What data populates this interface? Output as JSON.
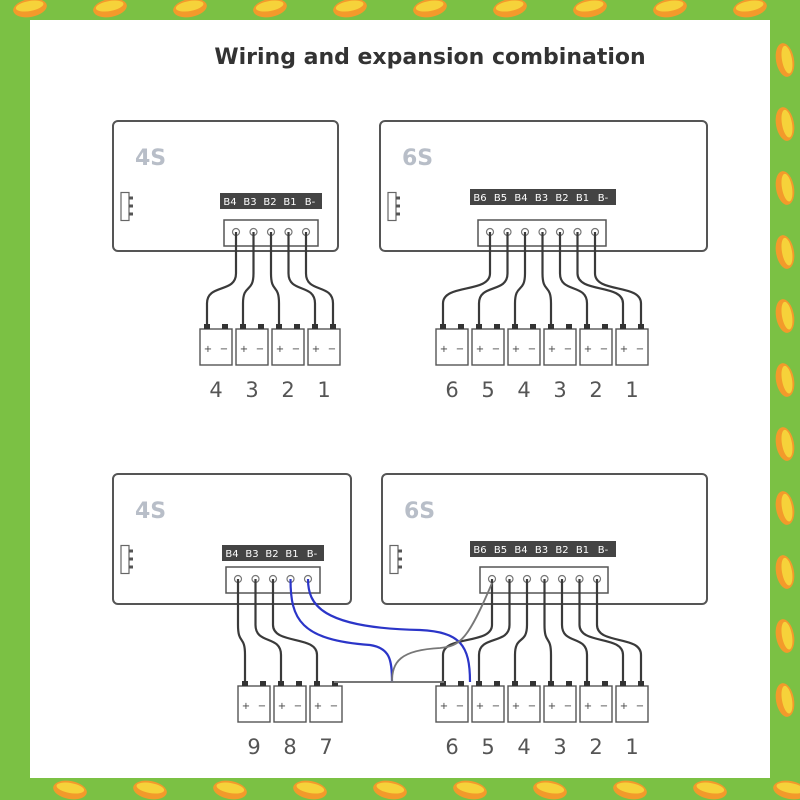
{
  "title": "Wiring and expansion combination",
  "colors": {
    "frame_green": "#7bc144",
    "banana_yellow": "#f6d23a",
    "banana_orange": "#f39a2b",
    "board_stroke": "#555555",
    "label_fill": "#444444",
    "wire": "#3a3a3a",
    "blue_wire": "#2b35c8",
    "number_text": "#555555",
    "model_text": "#b8bec8"
  },
  "top": {
    "board_4s": {
      "model": "4S",
      "pins": [
        "B4",
        "B3",
        "B2",
        "B1",
        "B-"
      ]
    },
    "board_6s": {
      "model": "6S",
      "pins": [
        "B6",
        "B5",
        "B4",
        "B3",
        "B2",
        "B1",
        "B-"
      ]
    },
    "cells_4s": [
      "4",
      "3",
      "2",
      "1"
    ],
    "cells_6s": [
      "6",
      "5",
      "4",
      "3",
      "2",
      "1"
    ]
  },
  "bottom": {
    "board_4s": {
      "model": "4S",
      "pins": [
        "B4",
        "B3",
        "B2",
        "B1",
        "B-"
      ]
    },
    "board_6s": {
      "model": "6S",
      "pins": [
        "B6",
        "B5",
        "B4",
        "B3",
        "B2",
        "B1",
        "B-"
      ]
    },
    "cells_left": [
      "9",
      "8",
      "7"
    ],
    "cells_right": [
      "6",
      "5",
      "4",
      "3",
      "2",
      "1"
    ]
  },
  "cell_polarity": {
    "plus": "+",
    "minus": "−"
  }
}
